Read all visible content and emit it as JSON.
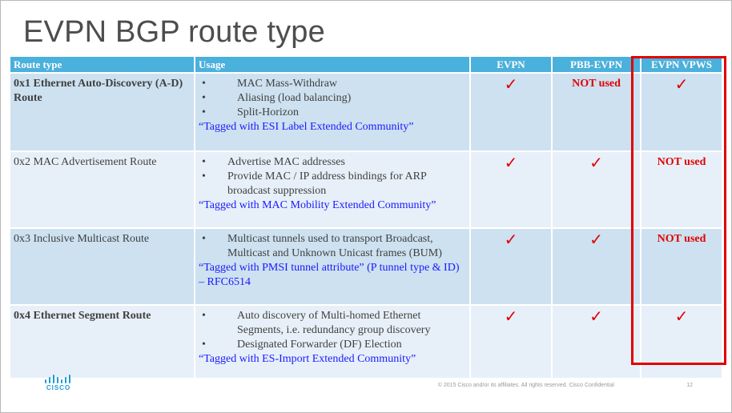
{
  "title": "EVPN BGP route type",
  "headers": {
    "route_type": "Route  type",
    "usage": "Usage",
    "evpn": "EVPN",
    "pbb_evpn": "PBB-EVPN",
    "evpn_vpws": "EVPN VPWS"
  },
  "rows": [
    {
      "route": "0x1 Ethernet Auto-Discovery (A-D) Route",
      "bullets": [
        "MAC Mass-Withdraw",
        "Aliasing (load balancing)",
        "Split-Horizon"
      ],
      "tagged": "“Tagged with ESI Label Extended Community”",
      "evpn": "✓",
      "pbb_evpn": "NOT used",
      "evpn_vpws": "✓"
    },
    {
      "route": "0x2 MAC Advertisement Route",
      "bullets": [
        "Advertise MAC addresses",
        "Provide MAC / IP address bindings for ARP broadcast suppression"
      ],
      "tagged": "“Tagged with MAC Mobility Extended Community”",
      "evpn": "✓",
      "pbb_evpn": "✓",
      "evpn_vpws": "NOT used"
    },
    {
      "route": "0x3 Inclusive Multicast Route",
      "bullets": [
        "Multicast tunnels used to transport Broadcast, Multicast and Unknown Unicast frames (BUM)"
      ],
      "tagged": "“Tagged with PMSI tunnel attribute” (P tunnel type & ID) – RFC6514",
      "evpn": "✓",
      "pbb_evpn": "✓",
      "evpn_vpws": "NOT used"
    },
    {
      "route": "0x4 Ethernet Segment Route",
      "bullets": [
        "Auto discovery of Multi-homed Ethernet Segments, i.e. redundancy group discovery",
        "Designated Forwarder (DF) Election"
      ],
      "tagged": "“Tagged with ES-Import Extended Community”",
      "evpn": "✓",
      "pbb_evpn": "✓",
      "evpn_vpws": "✓"
    }
  ],
  "bullet_char": "•",
  "footer": {
    "copyright": "© 2015  Cisco and/or its affiliates. All rights reserved.   Cisco Confidential",
    "page": "12",
    "logo_text": "CISCO"
  },
  "colors": {
    "header": "#4ab0dc",
    "row_dark": "#cde1f0",
    "row_light": "#e7f0f8",
    "accent_red": "#e00000",
    "tag_blue": "#1a1aff"
  }
}
